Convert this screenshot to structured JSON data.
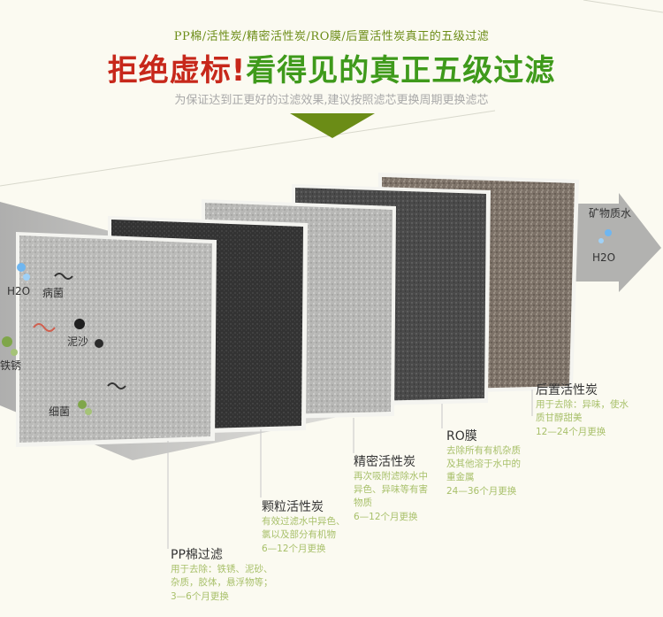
{
  "header": {
    "subtitle": "PP棉/活性炭/精密活性炭/RO膜/后置活性炭真正的五级过滤",
    "headline_red": "拒绝虚标!",
    "headline_green": "看得见的真正五级过滤",
    "tagline": "为保证达到正更好的过滤效果,建议按照滤芯更换周期更换滤芯"
  },
  "impurities": {
    "h2o": "H2O",
    "bacteria_pathogen": "病菌",
    "sand": "泥沙",
    "rust": "铁锈",
    "germs": "细菌"
  },
  "output": {
    "mineral_water": "矿物质水",
    "h2o": "H2O"
  },
  "stages": [
    {
      "name": "PP棉过滤",
      "desc": [
        "用于去除：铁锈、泥砂、",
        "杂质，胶体，悬浮物等；"
      ],
      "cycle": "3—6个月更换"
    },
    {
      "name": "颗粒活性炭",
      "desc": [
        "有效过滤水中异色、",
        "氯以及部分有机物"
      ],
      "cycle": "6—12个月更换"
    },
    {
      "name": "精密活性炭",
      "desc": [
        "再次吸附滤除水中",
        "异色、异味等有害",
        "物质"
      ],
      "cycle": "6—12个月更换"
    },
    {
      "name": "RO膜",
      "desc": [
        "去除所有有机杂质",
        "及其他溶于水中的",
        "重金属"
      ],
      "cycle": "24—36个月更换"
    },
    {
      "name": "后置活性炭",
      "desc": [
        "用于去除：异味，使水",
        "质甘醇甜美"
      ],
      "cycle": "12—24个月更换"
    }
  ]
}
